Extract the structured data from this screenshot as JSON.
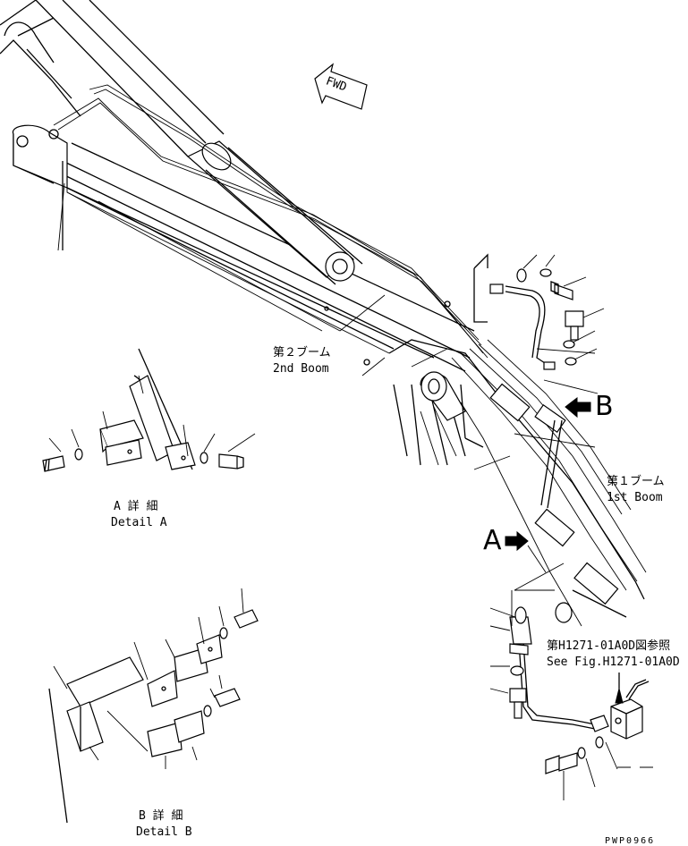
{
  "fwd_label": "FWD",
  "callouts": {
    "second_boom_jp": "第２ブーム",
    "second_boom_en": "2nd Boom",
    "first_boom_jp": "第１ブーム",
    "first_boom_en": "1st Boom",
    "ref_jp": "第H1271-01A0D図参照",
    "ref_en": "See Fig.H1271-01A0D",
    "arrow_a": "A",
    "arrow_b": "B",
    "detail_a_jp": "A 詳 細",
    "detail_a_en": "Detail A",
    "detail_b_jp": "B 詳 細",
    "detail_b_en": "Detail B"
  },
  "drawing_code": "PWP0966"
}
